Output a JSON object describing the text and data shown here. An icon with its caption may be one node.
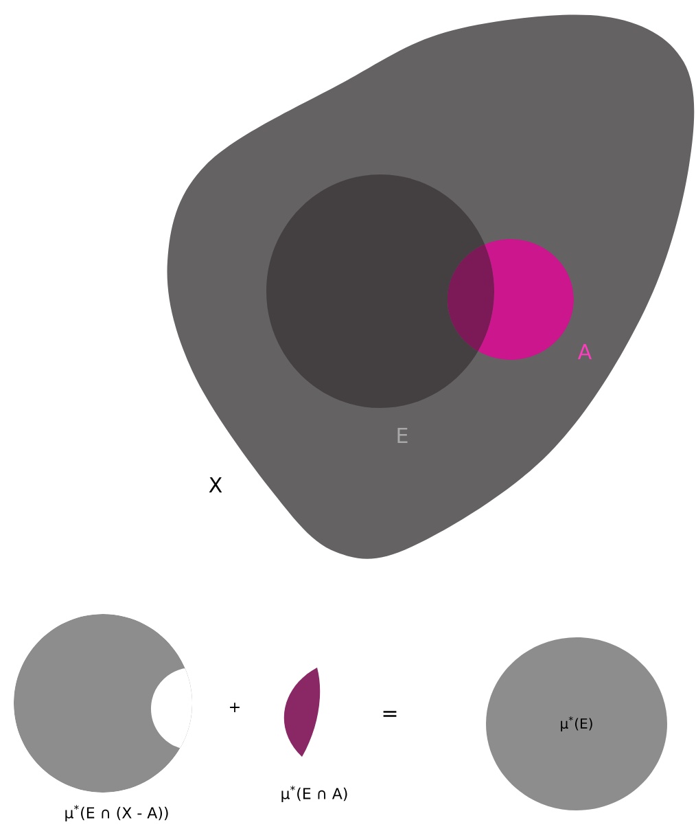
{
  "diagram": {
    "nodes": [
      {
        "text": [],
        "shape": "blob",
        "beside": [
          "X"
        ]
      },
      {
        "text": [],
        "shape": "circle",
        "in": 0,
        "beside": [
          "E"
        ]
      },
      {
        "text": [],
        "shape": "circle",
        "in": 0,
        "beside": [
          "A"
        ]
      },
      {
        "text": [],
        "shape": "blob",
        "beside": [
          "μ$^{*}$(E ∩ (X - A))"
        ]
      },
      {
        "text": [],
        "shape": "blob",
        "beside": [
          "μ$^{*}$(E ∩ A)"
        ]
      },
      {
        "text": [
          "μ$^{*}$(E)"
        ]
      }
    ],
    "labels": [
      "+",
      "="
    ]
  }
}
